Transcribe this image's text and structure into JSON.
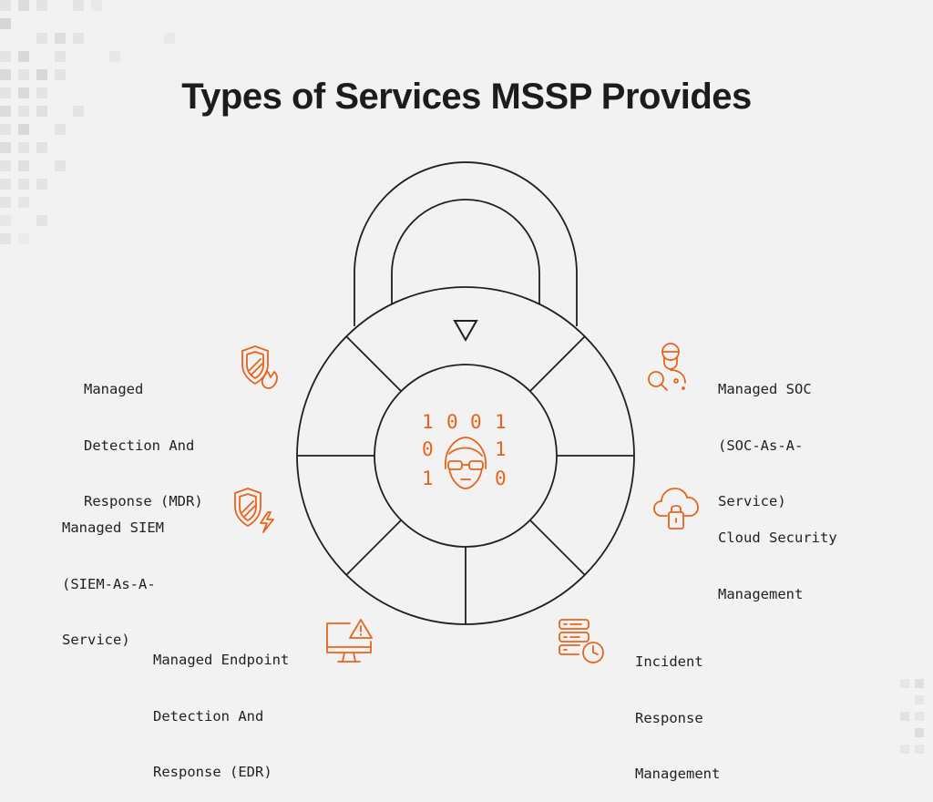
{
  "title": "Types of Services MSSP Provides",
  "accent_color": "#e8641b",
  "line_color": "#1f1f1f",
  "center_binary": [
    "1",
    "0",
    "0",
    "1",
    "0",
    "1",
    "1",
    "0"
  ],
  "services": [
    {
      "id": "mdr",
      "lines": [
        "Managed",
        "Detection And",
        "Response (MDR)"
      ],
      "icon": "shield-fire-icon"
    },
    {
      "id": "siem",
      "lines": [
        "Managed SIEM",
        "(SIEM-As-A-",
        "Service)"
      ],
      "icon": "shield-lightning-icon"
    },
    {
      "id": "edr",
      "lines": [
        "Managed Endpoint",
        "Detection And",
        "Response (EDR)"
      ],
      "icon": "monitor-warning-icon"
    },
    {
      "id": "soc",
      "lines": [
        "Managed SOC",
        "(SOC-As-A-",
        "Service)"
      ],
      "icon": "analyst-search-icon"
    },
    {
      "id": "cloud",
      "lines": [
        "Cloud Security",
        "Management"
      ],
      "icon": "cloud-lock-icon"
    },
    {
      "id": "incident",
      "lines": [
        "Incident",
        "Response",
        "Management"
      ],
      "icon": "server-clock-icon"
    }
  ]
}
